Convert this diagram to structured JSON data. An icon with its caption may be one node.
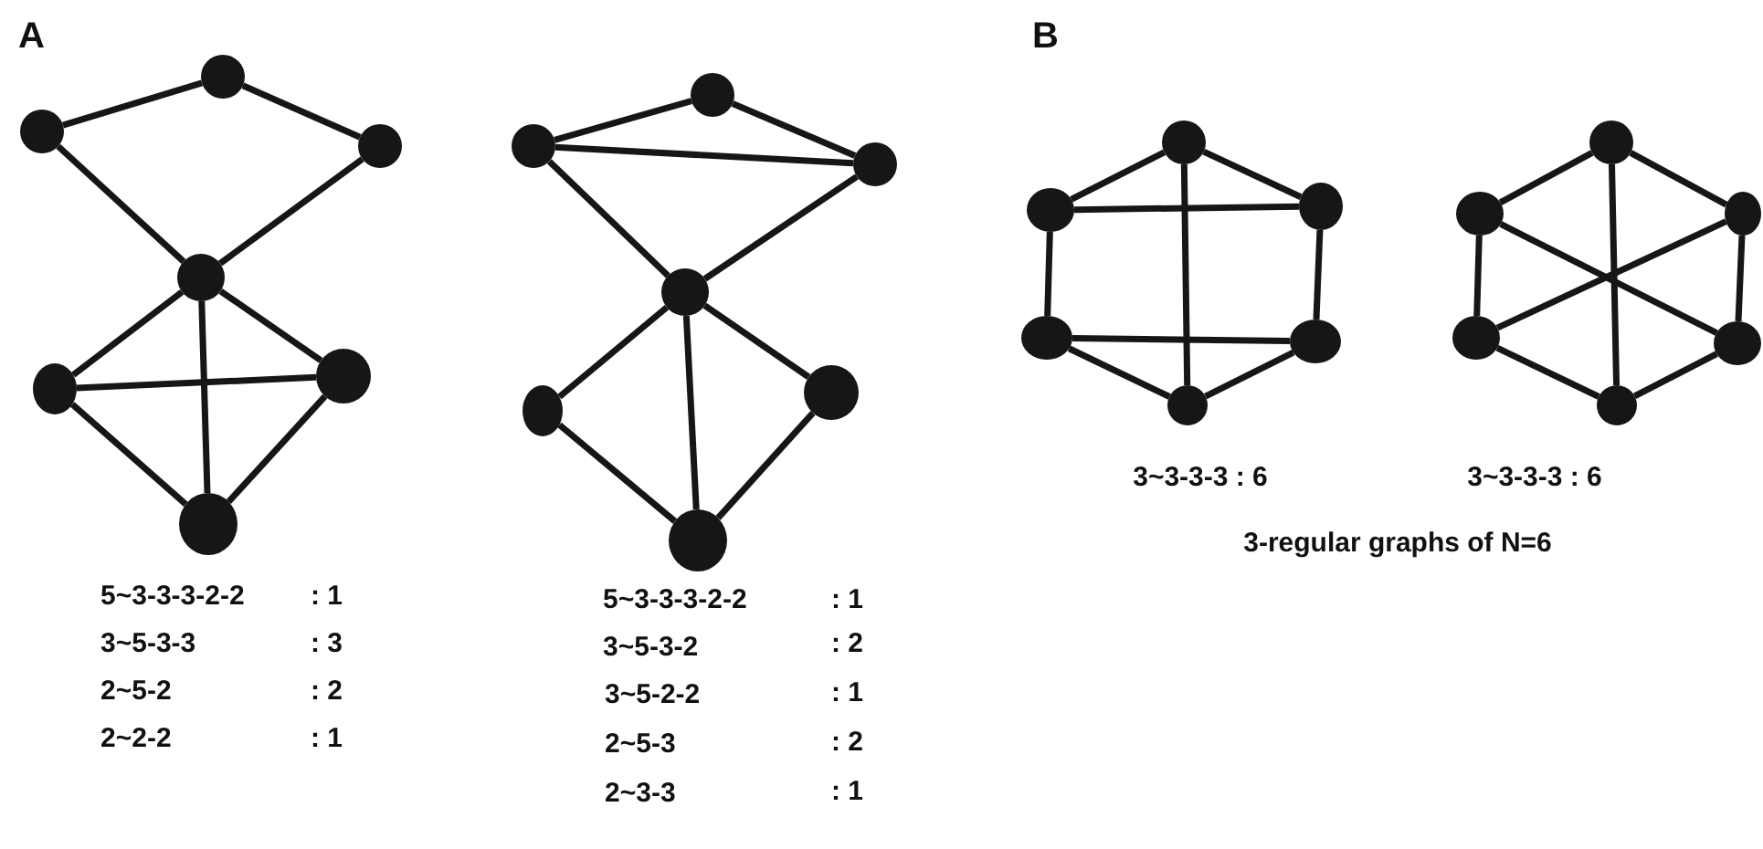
{
  "diagram": {
    "nodes": [
      {
        "text": [],
        "shape": "circle"
      },
      {
        "text": [],
        "shape": "circle"
      },
      {
        "text": [],
        "shape": "circle"
      },
      {
        "text": [],
        "shape": "circle"
      },
      {
        "text": [],
        "shape": "circle"
      },
      {
        "text": [],
        "shape": "circle"
      },
      {
        "text": [],
        "shape": "circle"
      },
      {
        "text": [],
        "shape": "circle"
      },
      {
        "text": [],
        "shape": "circle"
      },
      {
        "text": [],
        "shape": "circle"
      },
      {
        "text": [],
        "shape": "circle"
      },
      {
        "text": [],
        "shape": "circle"
      },
      {
        "text": [],
        "shape": "circle"
      },
      {
        "text": [],
        "shape": "circle"
      },
      {
        "text": [],
        "shape": "circle"
      },
      {
        "text": [],
        "shape": "circle"
      },
      {
        "text": [],
        "shape": "circle"
      },
      {
        "text": [],
        "shape": "circle"
      },
      {
        "text": [],
        "shape": "circle"
      },
      {
        "text": [],
        "shape": "circle"
      },
      {
        "text": [],
        "shape": "circle"
      },
      {
        "text": [],
        "shape": "circle"
      },
      {
        "text": [],
        "shape": "circle"
      },
      {
        "text": [],
        "shape": "circle"
      },
      {
        "text": [],
        "shape": "circle"
      },
      {
        "text": [],
        "shape": "circle"
      }
    ],
    "edges": [
      {
        "from": 1,
        "to": 0,
        "arrow": "none"
      },
      {
        "from": 0,
        "to": 2,
        "arrow": "none"
      },
      {
        "from": 1,
        "to": 3,
        "arrow": "none"
      },
      {
        "from": 2,
        "to": 3,
        "arrow": "none"
      },
      {
        "from": 3,
        "to": 4,
        "arrow": "none"
      },
      {
        "from": 3,
        "to": 5,
        "arrow": "none"
      },
      {
        "from": 3,
        "to": 6,
        "arrow": "none"
      },
      {
        "from": 4,
        "to": 5,
        "arrow": "none"
      },
      {
        "from": 4,
        "to": 6,
        "arrow": "none"
      },
      {
        "from": 5,
        "to": 6,
        "arrow": "none"
      },
      {
        "from": 8,
        "to": 7,
        "arrow": "none"
      },
      {
        "from": 7,
        "to": 9,
        "arrow": "none"
      },
      {
        "from": 8,
        "to": 9,
        "arrow": "none"
      },
      {
        "from": 8,
        "to": 10,
        "arrow": "none"
      },
      {
        "from": 9,
        "to": 10,
        "arrow": "none"
      },
      {
        "from": 10,
        "to": 11,
        "arrow": "none"
      },
      {
        "from": 10,
        "to": 12,
        "arrow": "none"
      },
      {
        "from": 10,
        "to": 13,
        "arrow": "none"
      },
      {
        "from": 11,
        "to": 13,
        "arrow": "none"
      },
      {
        "from": 12,
        "to": 13,
        "arrow": "none"
      },
      {
        "from": 14,
        "to": 15,
        "arrow": "none"
      },
      {
        "from": 14,
        "to": 16,
        "arrow": "none"
      },
      {
        "from": 14,
        "to": 19,
        "arrow": "none"
      },
      {
        "from": 15,
        "to": 16,
        "arrow": "none"
      },
      {
        "from": 15,
        "to": 17,
        "arrow": "none"
      },
      {
        "from": 16,
        "to": 18,
        "arrow": "none"
      },
      {
        "from": 17,
        "to": 18,
        "arrow": "none"
      },
      {
        "from": 17,
        "to": 19,
        "arrow": "none"
      },
      {
        "from": 18,
        "to": 19,
        "arrow": "none"
      },
      {
        "from": 20,
        "to": 21,
        "arrow": "none"
      },
      {
        "from": 20,
        "to": 22,
        "arrow": "none"
      },
      {
        "from": 20,
        "to": 25,
        "arrow": "none"
      },
      {
        "from": 21,
        "to": 23,
        "arrow": "none"
      },
      {
        "from": 21,
        "to": 24,
        "arrow": "none"
      },
      {
        "from": 22,
        "to": 23,
        "arrow": "none"
      },
      {
        "from": 22,
        "to": 24,
        "arrow": "none"
      },
      {
        "from": 23,
        "to": 25,
        "arrow": "none"
      },
      {
        "from": 24,
        "to": 25,
        "arrow": "none"
      }
    ],
    "labels": [
      "A",
      "5~3-3-3-2-2",
      ": 1",
      "3~5-3-3",
      ": 3",
      "2~5-2",
      ": 2",
      "2~2-2",
      ": 1",
      "5~3-3-3-2-2",
      ": 1",
      "3~5-3-2",
      ": 2",
      "3~5-2-2",
      ": 1",
      "2~5-3",
      ": 2",
      "2~3-3",
      ": 1",
      "B",
      "3~3-3-3 : 6",
      "3~3-3-3 : 6",
      "3-regular graphs of N=6"
    ]
  }
}
